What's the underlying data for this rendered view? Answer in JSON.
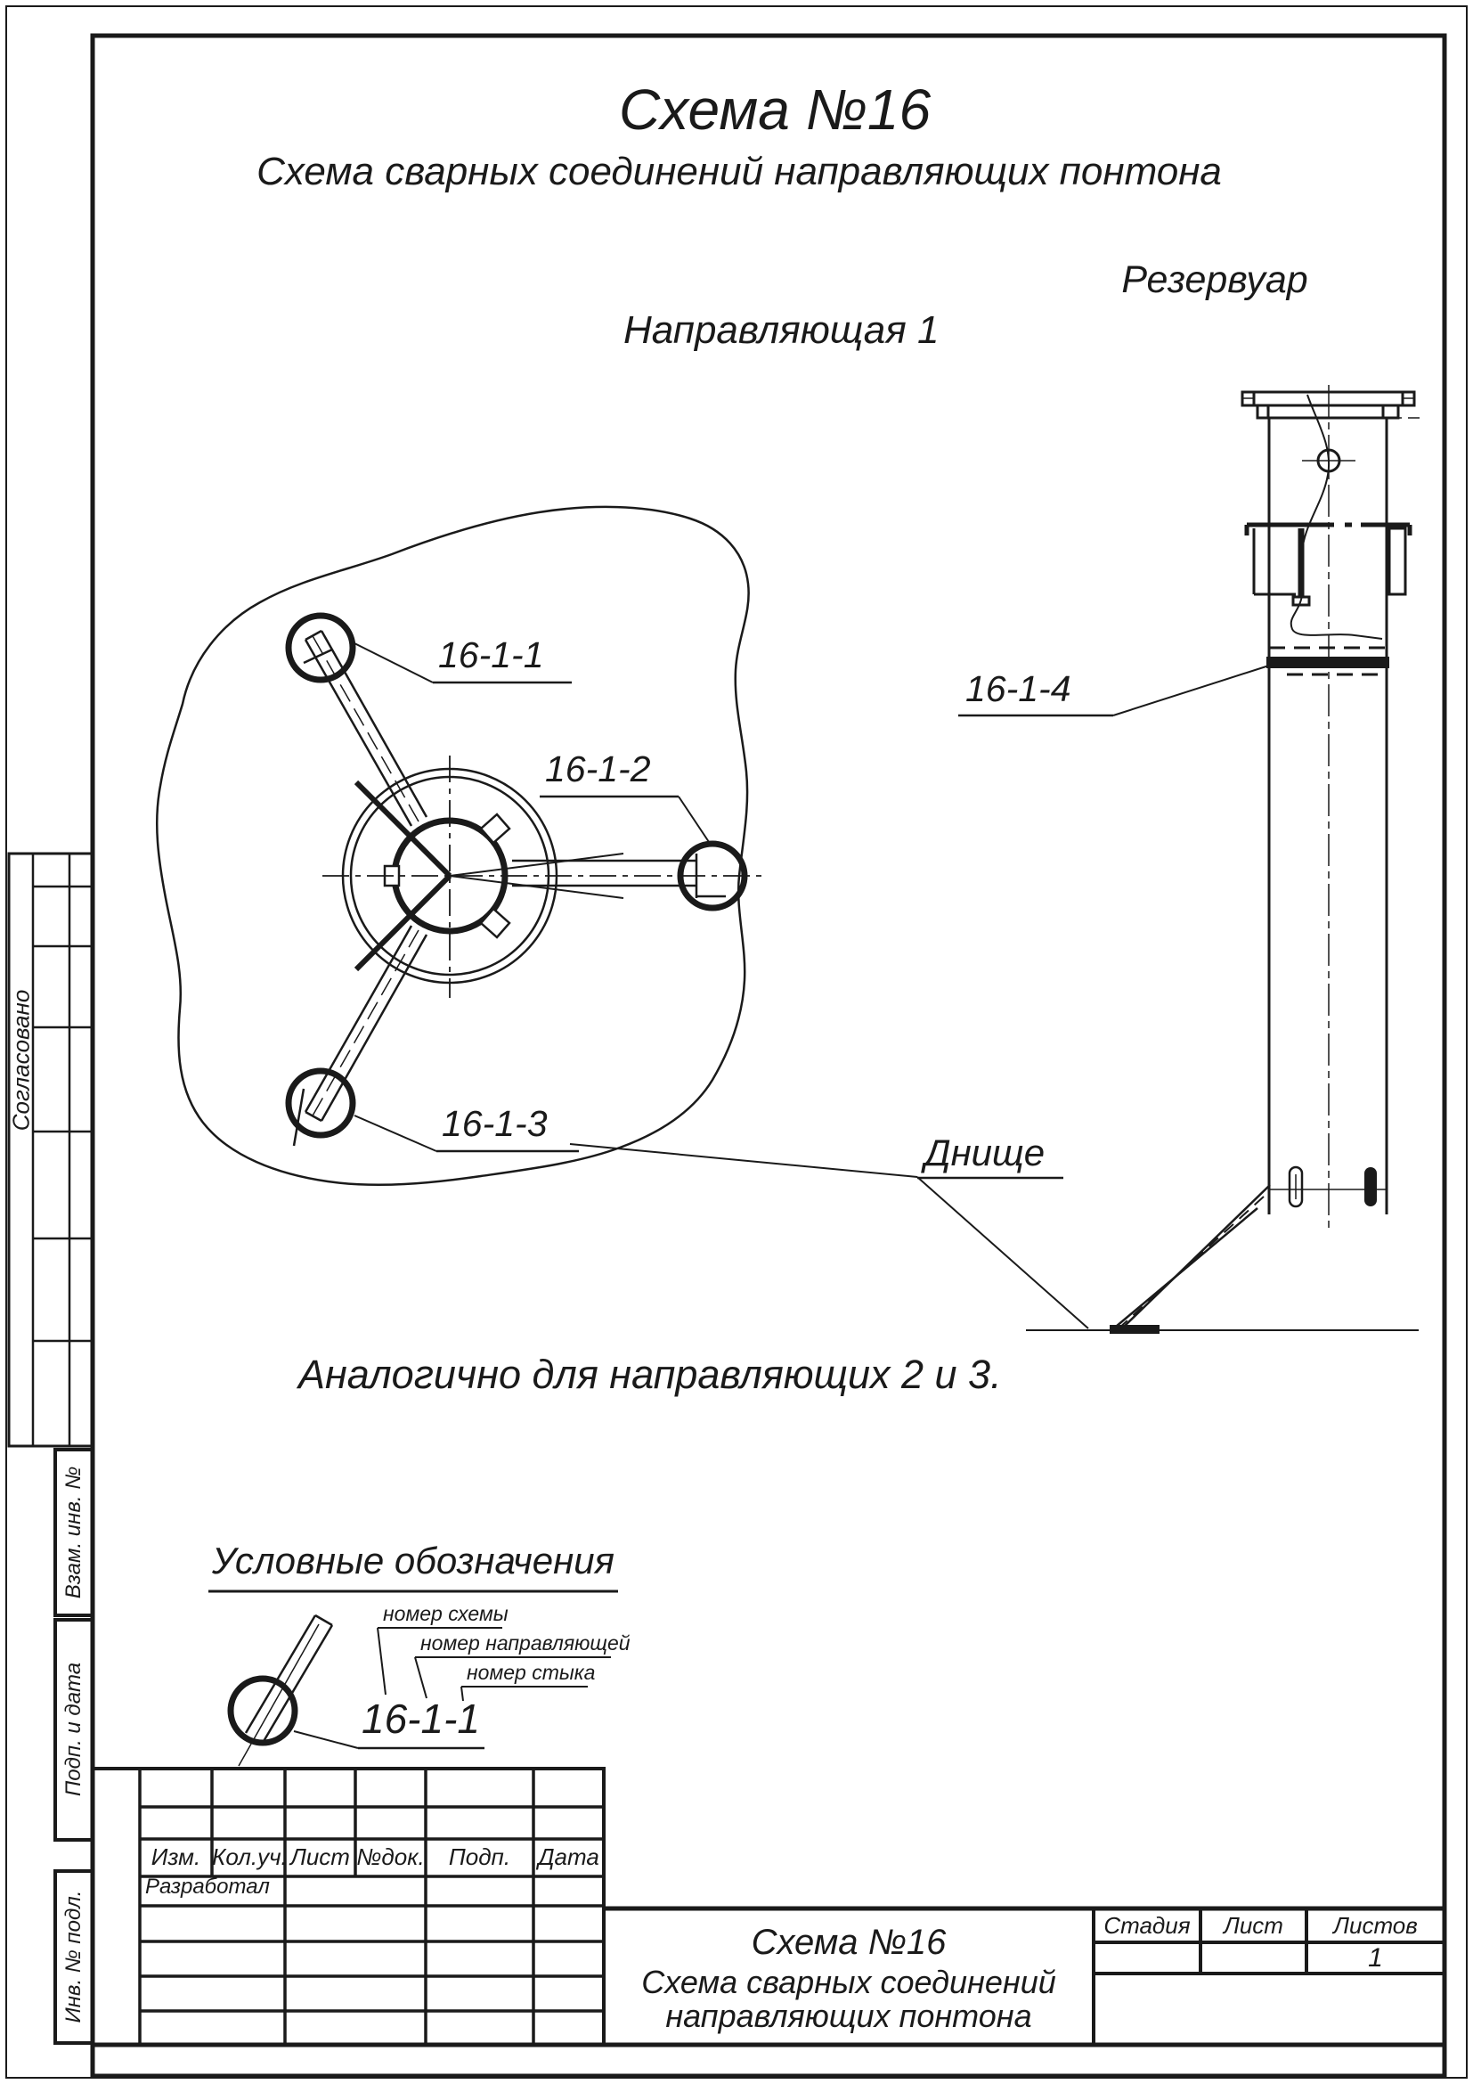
{
  "page": {
    "title": "Схема №16",
    "subtitle": "Схема сварных соединений направляющих понтона"
  },
  "plan_view": {
    "label": "Направляющая 1",
    "joints": [
      "16-1-1",
      "16-1-2",
      "16-1-3"
    ],
    "note": "Аналогично для направляющих 2 и 3."
  },
  "side_view": {
    "reservoir_label": "Резервуар",
    "joint_label": "16-1-4",
    "bottom_label": "Днище"
  },
  "legend": {
    "heading": "Условные обозначения",
    "callouts": [
      "номер схемы",
      "номер направляющей",
      "номер стыка"
    ],
    "example": "16-1-1"
  },
  "sidebar": {
    "approved": "Согласовано",
    "boxes": [
      "Взам. инв. №",
      "Подп. и дата",
      "Инв. № подл."
    ]
  },
  "title_block": {
    "columns": [
      "Изм.",
      "Кол.уч.",
      "Лист",
      "№док.",
      "Подп.",
      "Дата"
    ],
    "developed_by": "Разработал",
    "doc_title_lines": [
      "Схема №16",
      "Схема сварных соединений",
      "направляющих понтона"
    ],
    "stage_label": "Стадия",
    "sheet_label": "Лист",
    "sheets_label": "Листов",
    "sheets_value": "1"
  },
  "colors": {
    "ink": "#1a1a1a",
    "paper": "#ffffff"
  }
}
